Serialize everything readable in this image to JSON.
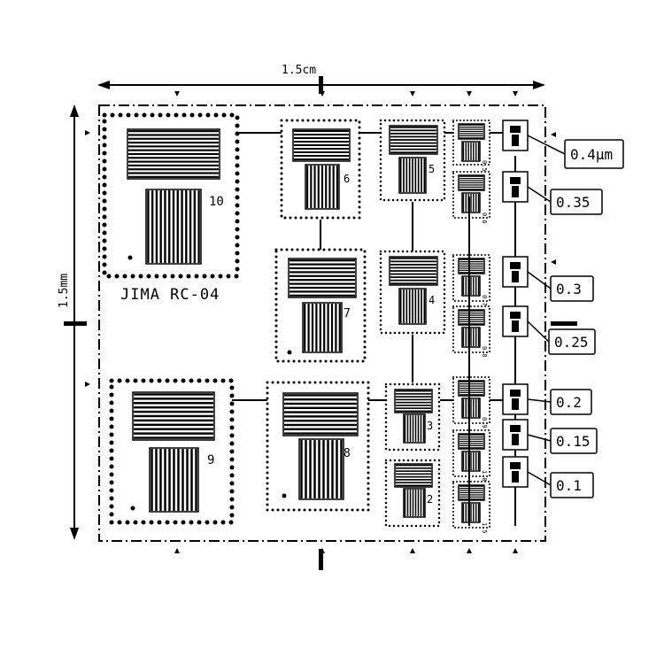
{
  "dimensions": {
    "width_label": "1.5cm",
    "height_label": "1.5mm"
  },
  "title_label": "JIMA RC-04",
  "patterns": [
    {
      "id": "p10",
      "label": "10"
    },
    {
      "id": "p9",
      "label": "9"
    },
    {
      "id": "p8",
      "label": "8"
    },
    {
      "id": "p7",
      "label": "7"
    },
    {
      "id": "p6",
      "label": "6"
    },
    {
      "id": "p5",
      "label": "5"
    },
    {
      "id": "p4",
      "label": "4"
    },
    {
      "id": "p3",
      "label": "3"
    },
    {
      "id": "p2",
      "label": "2"
    },
    {
      "id": "p1_5",
      "label": "1.5"
    },
    {
      "id": "p1_0",
      "label": "1.0"
    },
    {
      "id": "p0_9",
      "label": "0.9"
    },
    {
      "id": "p0_8",
      "label": "0.8"
    },
    {
      "id": "p0_7",
      "label": "0.7"
    },
    {
      "id": "p0_6",
      "label": "0.6"
    },
    {
      "id": "p0_5",
      "label": "0.5"
    }
  ],
  "callouts": [
    {
      "id": "c04",
      "label": "0.4μm"
    },
    {
      "id": "c035",
      "label": "0.35"
    },
    {
      "id": "c03",
      "label": "0.3"
    },
    {
      "id": "c025",
      "label": "0.25"
    },
    {
      "id": "c02",
      "label": "0.2"
    },
    {
      "id": "c015",
      "label": "0.15"
    },
    {
      "id": "c01",
      "label": "0.1"
    }
  ]
}
